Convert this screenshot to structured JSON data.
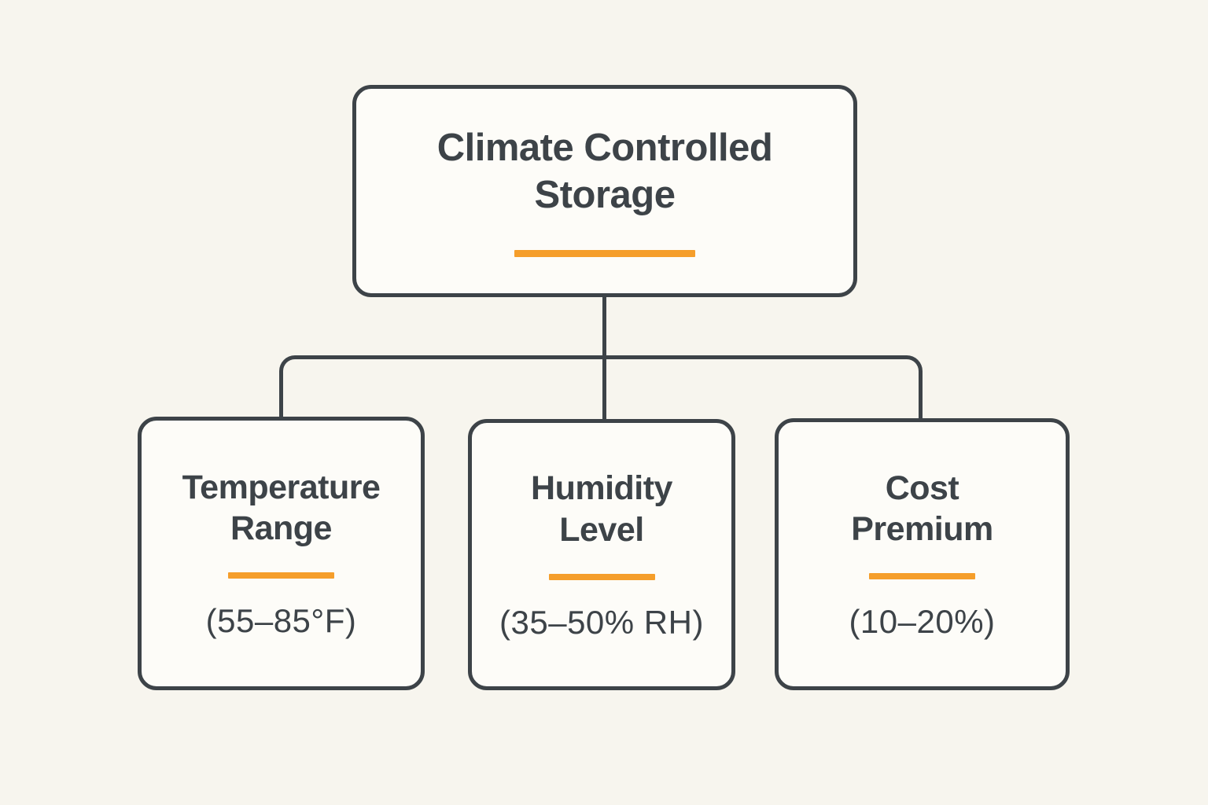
{
  "diagram": {
    "title_hint": "Climate controlled storage hierarchy diagram",
    "colors": {
      "background": "#f7f5ee",
      "box_fill": "#fdfcf8",
      "line_and_text": "#3d4348",
      "accent": "#f59e2b"
    },
    "root": {
      "title": "Climate Controlled\nStorage"
    },
    "children": [
      {
        "title": "Temperature\nRange",
        "value": "(55–85°F)"
      },
      {
        "title": "Humidity\nLevel",
        "value": "(35–50% RH)"
      },
      {
        "title": "Cost\nPremium",
        "value": "(10–20%)"
      }
    ]
  }
}
